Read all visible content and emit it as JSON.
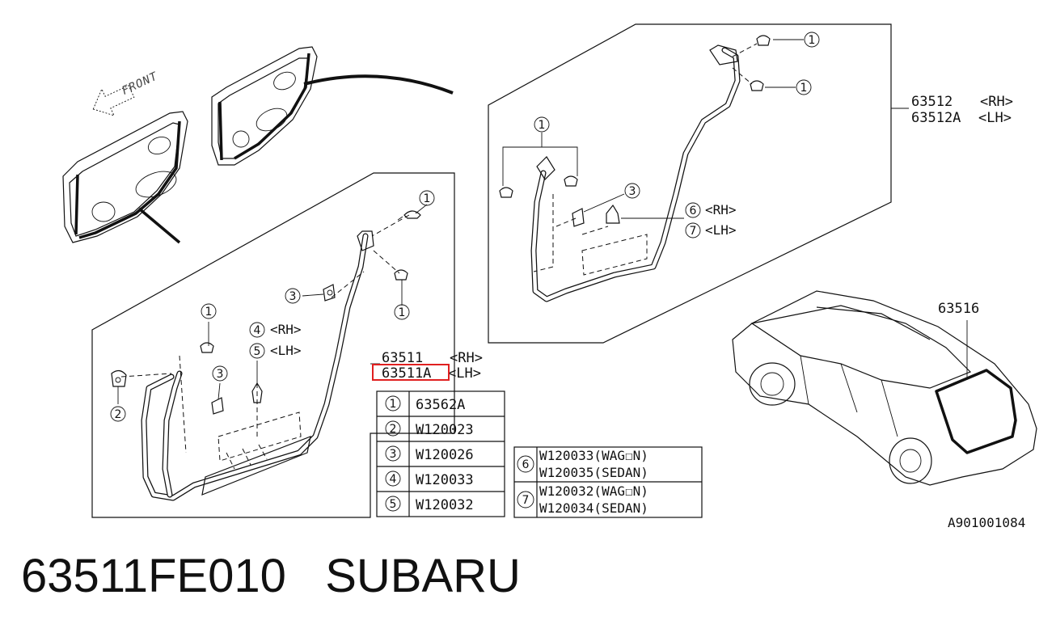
{
  "diagram": {
    "front_label": "FRONT",
    "front_part": {
      "rh_number": "63511",
      "rh_side": "<RH>",
      "lh_number": "63511A",
      "lh_side": "<LH>",
      "highlight_color": "#e02020",
      "callouts": [
        "1",
        "1",
        "1",
        "2",
        "3",
        "3",
        "4",
        "5"
      ],
      "clip_labels": [
        {
          "num": "4",
          "side": "<RH>"
        },
        {
          "num": "5",
          "side": "<LH>"
        }
      ]
    },
    "rear_part": {
      "rh_number": "63512",
      "rh_side": "<RH>",
      "lh_number": "63512A",
      "lh_side": "<LH>",
      "callouts": [
        "1",
        "1",
        "1",
        "3"
      ],
      "clip_labels": [
        {
          "num": "6",
          "side": "<RH>"
        },
        {
          "num": "7",
          "side": "<LH>"
        }
      ]
    },
    "hatch_part": {
      "number": "63516"
    },
    "parts_table": [
      {
        "num": "1",
        "part": "63562A"
      },
      {
        "num": "2",
        "part": "W120023"
      },
      {
        "num": "3",
        "part": "W120026"
      },
      {
        "num": "4",
        "part": "W120033"
      },
      {
        "num": "5",
        "part": "W120032"
      }
    ],
    "parts_table_2": [
      {
        "num": "6",
        "lines": [
          "W120033(WAG☐N)",
          "W120035(SEDAN)"
        ]
      },
      {
        "num": "7",
        "lines": [
          "W120032(WAG☐N)",
          "W120034(SEDAN)"
        ]
      }
    ],
    "diagram_code": "A901001084"
  },
  "footer": {
    "part_number": "63511FE010",
    "brand": "SUBARU"
  }
}
